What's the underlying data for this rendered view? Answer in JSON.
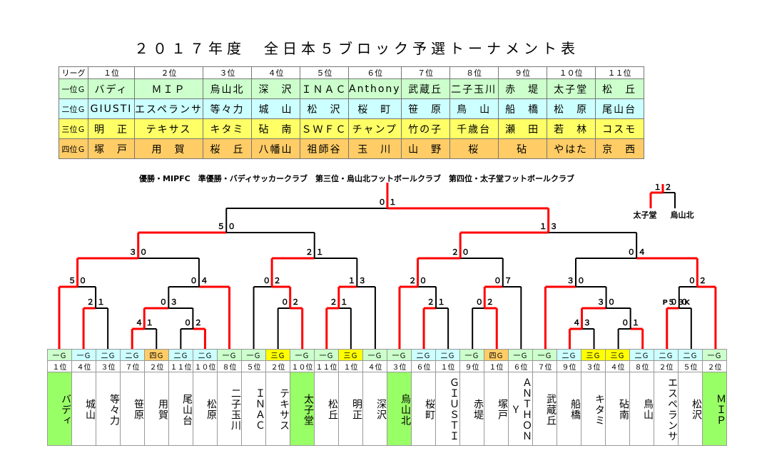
{
  "title": "２０１７年度　全日本５ブロック予選トーナメント表",
  "league_header": [
    "リーグ",
    "１位",
    "２位",
    "３位",
    "４位",
    "５位",
    "６位",
    "７位",
    "８位",
    "９位",
    "１０位",
    "１１位"
  ],
  "league_rows": [
    {
      "label": "一位Ｇ",
      "cls": "h1",
      "teams": [
        "バディ",
        "ＭＩＰ",
        "烏山北",
        "深　沢",
        "ＩＮＡＣ",
        "Anthony",
        "武蔵丘",
        "二子玉川",
        "赤　堤",
        "太子堂",
        "松　丘"
      ]
    },
    {
      "label": "二位Ｇ",
      "cls": "h2",
      "teams": [
        "GIUSTI",
        "エスペランサ",
        "等々力",
        "城　山",
        "松　沢",
        "桜　町",
        "笹　原",
        "鳥　山",
        "船　橋",
        "松　原",
        "尾山台"
      ]
    },
    {
      "label": "三位Ｇ",
      "cls": "h3",
      "teams": [
        "明　正",
        "テキサス",
        "キタミ",
        "砧　南",
        "ＳＷＦＣ",
        "チャンプ",
        "竹の子",
        "千歳台",
        "瀬　田",
        "若　林",
        "コスモ"
      ]
    },
    {
      "label": "四位Ｇ",
      "cls": "h4",
      "teams": [
        "塚　戸",
        "用　賀",
        "桜　丘",
        "八幡山",
        "祖師谷",
        "玉　川",
        "山　野",
        "桜",
        "砧",
        "やはた",
        "京　西"
      ]
    }
  ],
  "result_text": "優勝・MIPFC　準優勝・バディサッカークラブ　第三位・烏山北フットボールクラブ　第四位・太子堂フットボールクラブ",
  "third_place": {
    "score": "１ ２",
    "left": "太子堂",
    "right": "烏山北"
  },
  "scores": [
    {
      "id": "final",
      "text": "０ １"
    },
    {
      "id": "sf_l",
      "text": "５ ０"
    },
    {
      "id": "sf_r",
      "text": "１ ３"
    },
    {
      "id": "qf1",
      "text": "３ ０"
    },
    {
      "id": "qf2",
      "text": "２ １"
    },
    {
      "id": "qf3",
      "text": "２ ０"
    },
    {
      "id": "qf4",
      "text": "０ ４"
    },
    {
      "id": "r16a",
      "text": "５ ０"
    },
    {
      "id": "r16b",
      "text": "０ ４"
    },
    {
      "id": "r16c",
      "text": "０ ２"
    },
    {
      "id": "r16d",
      "text": "１ ３"
    },
    {
      "id": "r16e",
      "text": "２ ０"
    },
    {
      "id": "r16f",
      "text": "０ ７"
    },
    {
      "id": "r16g",
      "text": "３ ０"
    },
    {
      "id": "r16h",
      "text": "０ ２"
    },
    {
      "id": "r32a",
      "text": "２ １"
    },
    {
      "id": "r32b",
      "text": "０ ３"
    },
    {
      "id": "r32c",
      "text": "０ ２"
    },
    {
      "id": "r32d",
      "text": "２ １"
    },
    {
      "id": "r32e",
      "text": "２ １"
    },
    {
      "id": "r32f",
      "text": "０ ２"
    },
    {
      "id": "r32g",
      "text": "３ ０"
    },
    {
      "id": "r32h",
      "text": "０ ０"
    },
    {
      "id": "r64a",
      "text": "４ １"
    },
    {
      "id": "r64b",
      "text": "０ ２"
    },
    {
      "id": "r64c",
      "text": "４ ３"
    },
    {
      "id": "r64d",
      "text": "０ １"
    }
  ],
  "pk_note": "P５ ３K",
  "teams": [
    {
      "grp": "一Ｇ",
      "gcls": "g1",
      "rank": "１位",
      "name": "バディ",
      "win": true
    },
    {
      "grp": "一Ｇ",
      "gcls": "g2",
      "rank": "４位",
      "name": "城山",
      "win": false
    },
    {
      "grp": "二Ｇ",
      "gcls": "g2",
      "rank": "３位",
      "name": "等々力",
      "win": false
    },
    {
      "grp": "二Ｇ",
      "gcls": "g2",
      "rank": "７位",
      "name": "笹原",
      "win": false
    },
    {
      "grp": "四Ｇ",
      "gcls": "g4",
      "rank": "２位",
      "name": "用賀",
      "win": false
    },
    {
      "grp": "二Ｇ",
      "gcls": "g2",
      "rank": "１１位",
      "name": "尾山台",
      "win": false
    },
    {
      "grp": "二Ｇ",
      "gcls": "g2",
      "rank": "１０位",
      "name": "松原",
      "win": false
    },
    {
      "grp": "一Ｇ",
      "gcls": "g1",
      "rank": "８位",
      "name": "二子玉川",
      "win": false
    },
    {
      "grp": "一Ｇ",
      "gcls": "g1",
      "rank": "５位",
      "name": "ＩＮＡＣ",
      "win": false
    },
    {
      "grp": "三Ｇ",
      "gcls": "g3",
      "rank": "２位",
      "name": "テキサス",
      "win": false
    },
    {
      "grp": "一Ｇ",
      "gcls": "g1",
      "rank": "１０位",
      "name": "太子堂",
      "win": true
    },
    {
      "grp": "一Ｇ",
      "gcls": "g1",
      "rank": "１１位",
      "name": "松丘",
      "win": false
    },
    {
      "grp": "三Ｇ",
      "gcls": "g3",
      "rank": "１位",
      "name": "明正",
      "win": false
    },
    {
      "grp": "一Ｇ",
      "gcls": "g1",
      "rank": "４位",
      "name": "深沢",
      "win": false
    },
    {
      "grp": "一Ｇ",
      "gcls": "g1",
      "rank": "３位",
      "name": "烏山北",
      "win": true
    },
    {
      "grp": "二Ｇ",
      "gcls": "g2",
      "rank": "６位",
      "name": "桜町",
      "win": false
    },
    {
      "grp": "二Ｇ",
      "gcls": "g2",
      "rank": "１位",
      "name": "ＧＩＵＳＴＩ",
      "win": false
    },
    {
      "grp": "一Ｇ",
      "gcls": "g1",
      "rank": "９位",
      "name": "赤堤",
      "win": false
    },
    {
      "grp": "四Ｇ",
      "gcls": "g4",
      "rank": "１位",
      "name": "塚戸",
      "win": false
    },
    {
      "grp": "一Ｇ",
      "gcls": "g1",
      "rank": "６位",
      "name": "ＡＮＴＨＯＮＹ",
      "win": false
    },
    {
      "grp": "一Ｇ",
      "gcls": "g1",
      "rank": "７位",
      "name": "武蔵丘",
      "win": false
    },
    {
      "grp": "二Ｇ",
      "gcls": "g2",
      "rank": "９位",
      "name": "船橋",
      "win": false
    },
    {
      "grp": "三Ｇ",
      "gcls": "g3",
      "rank": "３位",
      "name": "キタミ",
      "win": false
    },
    {
      "grp": "三Ｇ",
      "gcls": "g3",
      "rank": "４位",
      "name": "砧南",
      "win": false
    },
    {
      "grp": "二Ｇ",
      "gcls": "g2",
      "rank": "８位",
      "name": "鳥山",
      "win": false
    },
    {
      "grp": "二Ｇ",
      "gcls": "g2",
      "rank": "２位",
      "name": "エスペランサ",
      "win": false
    },
    {
      "grp": "二Ｇ",
      "gcls": "g2",
      "rank": "５位",
      "name": "松沢",
      "win": false
    },
    {
      "grp": "一Ｇ",
      "gcls": "g1",
      "rank": "２位",
      "name": "ＭＩＰ",
      "win": true
    }
  ]
}
